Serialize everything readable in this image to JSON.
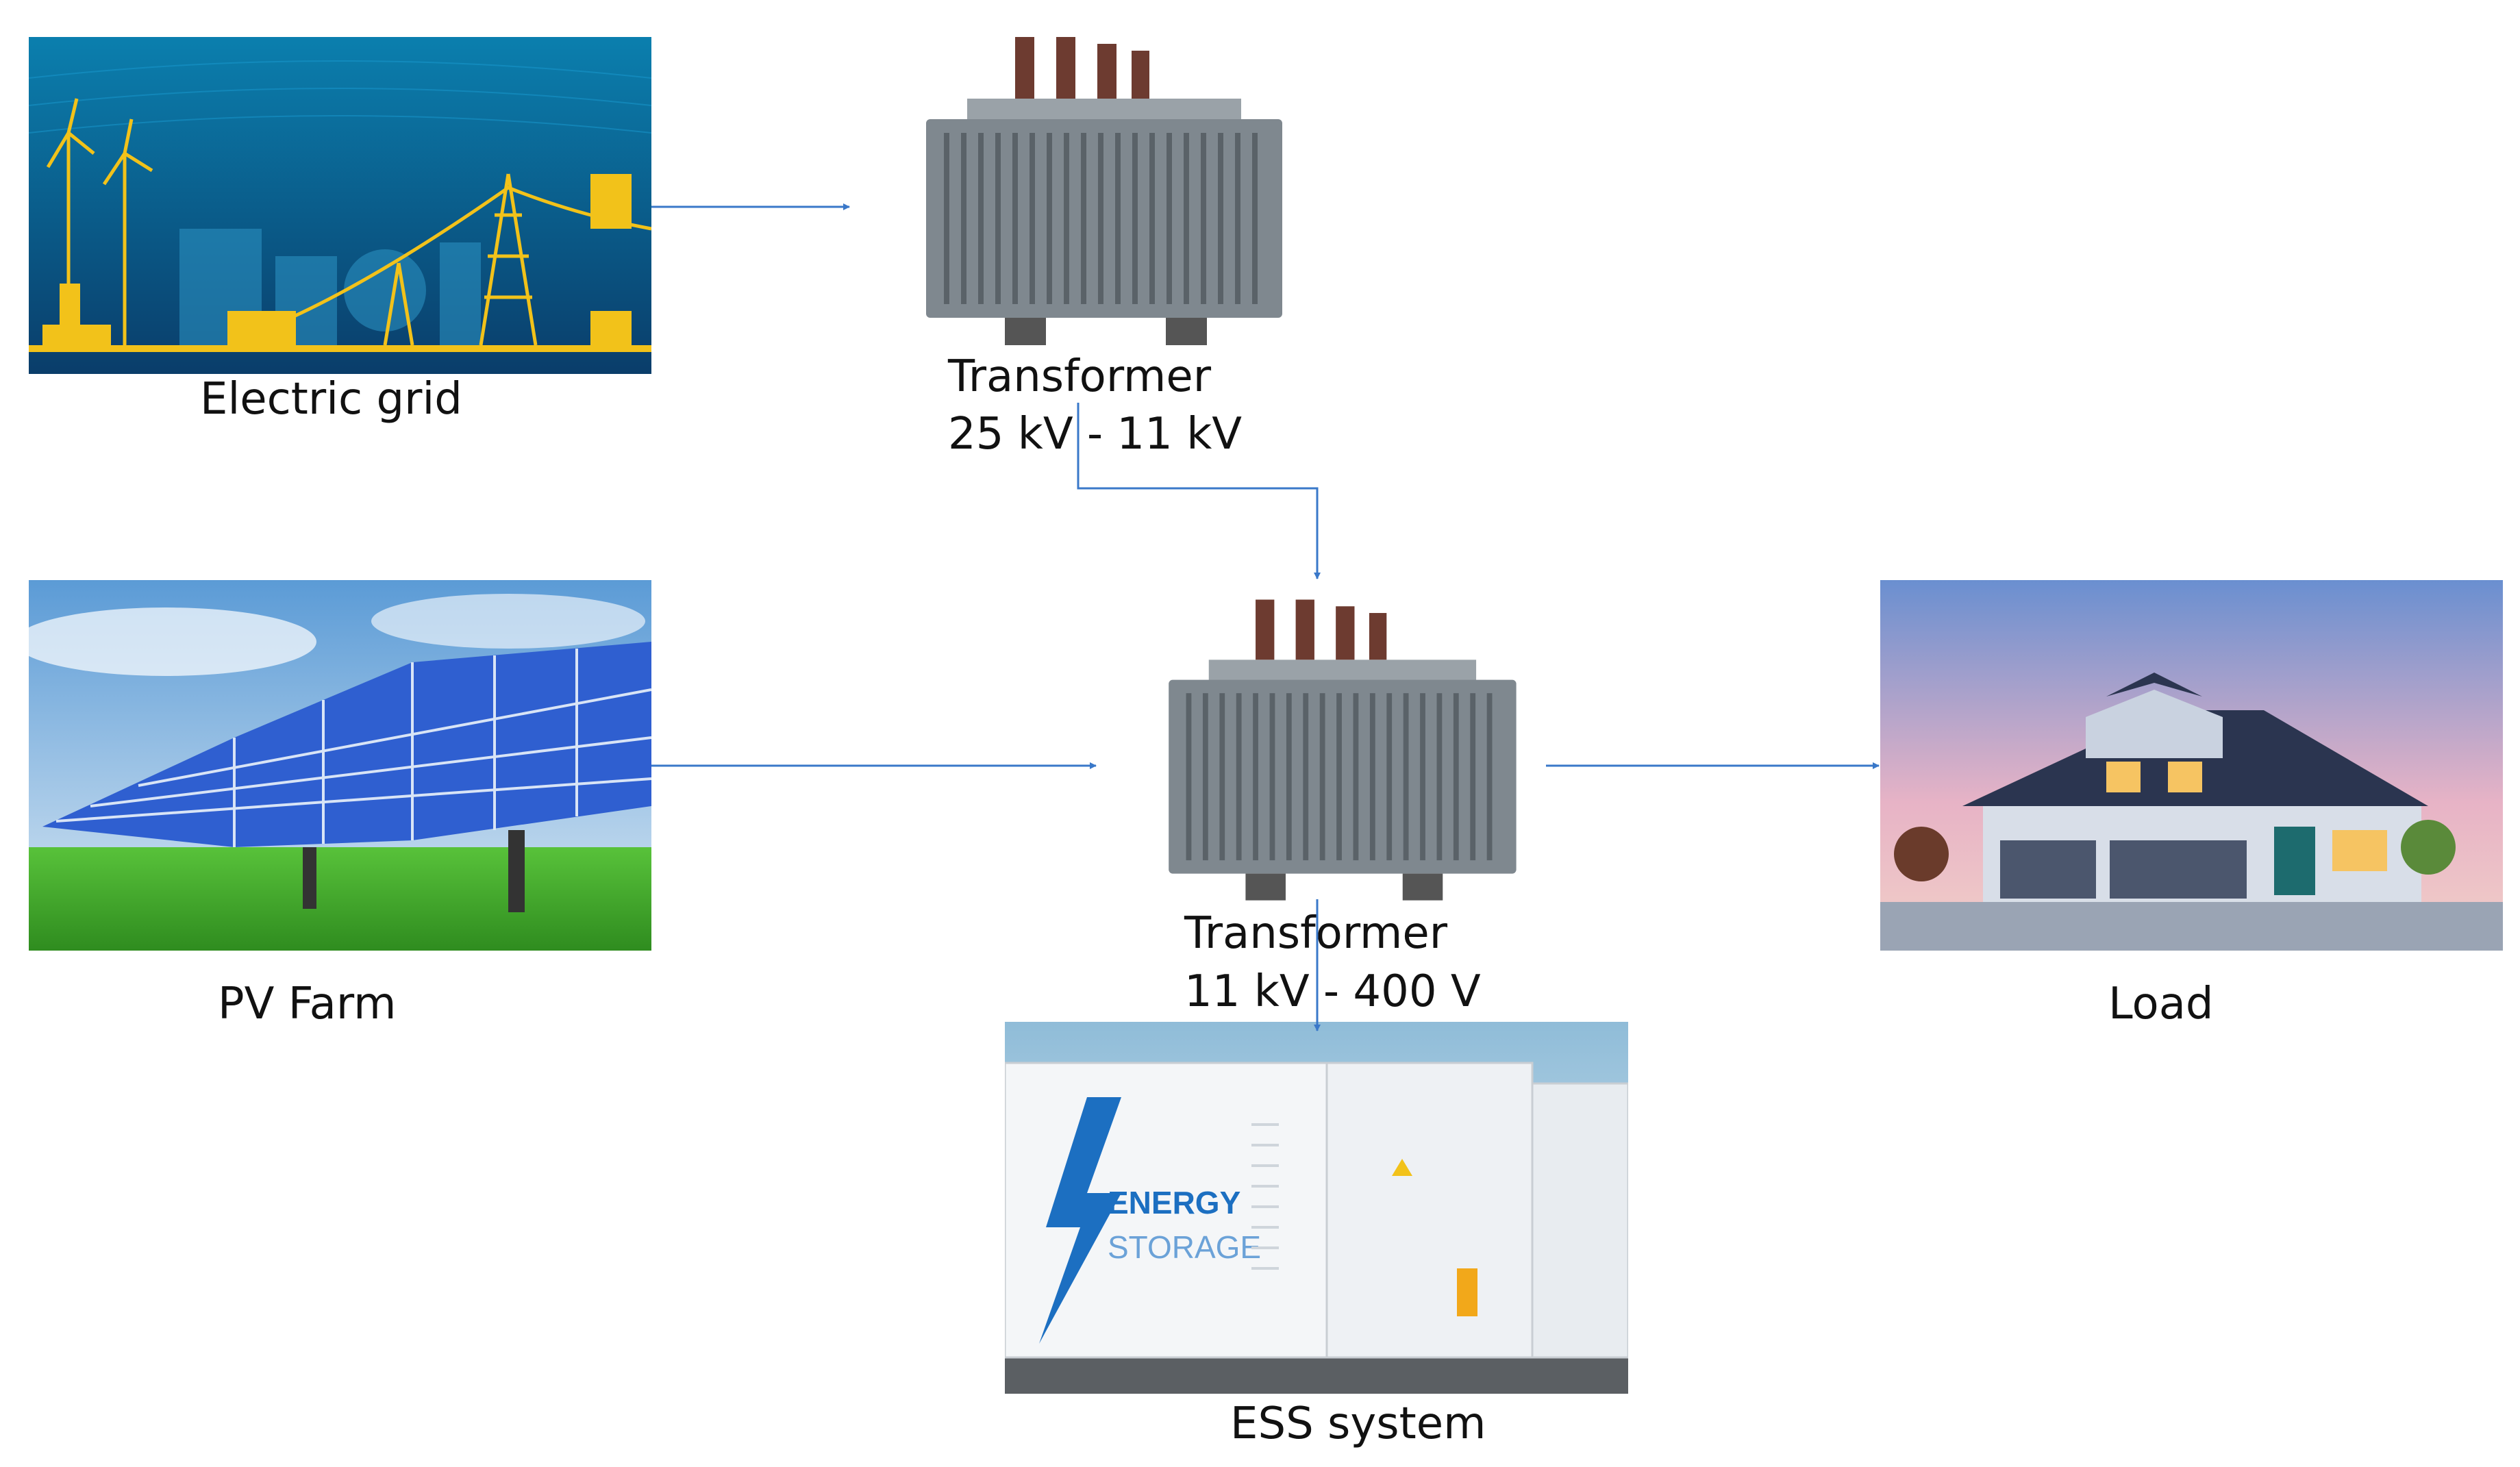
{
  "nodes": {
    "grid": {
      "label": "Electric grid",
      "icon": "electric-grid-illustration"
    },
    "transformer_1": {
      "title": "Transformer",
      "rating": "25 kV - 11 kV",
      "icon": "transformer-photo"
    },
    "pv": {
      "label": "PV Farm",
      "icon": "solar-panel-photo"
    },
    "transformer_2": {
      "title": "Transformer",
      "rating": "11 kV - 400 V",
      "icon": "transformer-photo"
    },
    "load": {
      "label": "Load",
      "icon": "house-photo"
    },
    "ess": {
      "label": "ESS system",
      "icon": "battery-container-photo",
      "container_text_1": "ENERGY",
      "container_text_2": "STORAGE"
    }
  },
  "edges": [
    {
      "from": "grid",
      "to": "transformer_1"
    },
    {
      "from": "transformer_1",
      "to": "transformer_2"
    },
    {
      "from": "pv",
      "to": "transformer_2"
    },
    {
      "from": "transformer_2",
      "to": "load"
    },
    {
      "from": "transformer_2",
      "to": "ess"
    }
  ],
  "colors": {
    "arrow": "#3a78c9",
    "grid_bg": "#0d5f8a",
    "grid_line": "#f2c21a",
    "panel": "#2f5fd0",
    "grass": "#3bb42a",
    "sky": "#7fb7e6"
  }
}
